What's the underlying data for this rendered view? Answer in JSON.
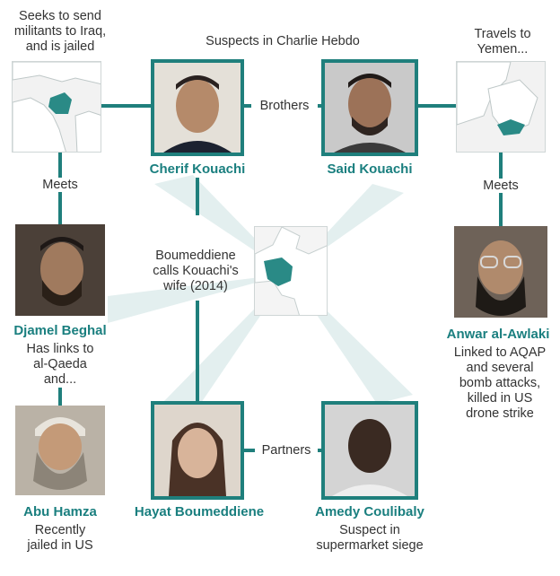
{
  "diagram": {
    "header": "Suspects in Charlie Hebdo",
    "people": {
      "cherif": {
        "name": "Cherif Kouachi"
      },
      "said": {
        "name": "Said Kouachi"
      },
      "djamel": {
        "name": "Djamel Beghal",
        "desc": "Has links to\nal-Qaeda\nand..."
      },
      "anwar": {
        "name": "Anwar al-Awlaki",
        "desc": "Linked to AQAP\nand several\nbomb attacks,\nkilled in US\ndrone strike"
      },
      "abu": {
        "name": "Abu Hamza",
        "desc": "Recently\njailed in US"
      },
      "hayat": {
        "name": "Hayat Boumeddiene"
      },
      "amedy": {
        "name": "Amedy Coulibaly",
        "desc": "Suspect in\nsupermarket siege"
      }
    },
    "notes": {
      "iraq": "Seeks to send\nmilitants to Iraq,\nand is jailed",
      "yemen": "Travels to\nYemen...",
      "france": "Boumeddiene\ncalls Kouachi's\nwife (2014)"
    },
    "connectors": {
      "brothers": "Brothers",
      "meets_left": "Meets",
      "meets_right": "Meets",
      "partners": "Partners"
    }
  },
  "colors": {
    "teal": "#1f7f7c",
    "teal_light": "#e3efef",
    "name_text": "#1a7f7f"
  }
}
